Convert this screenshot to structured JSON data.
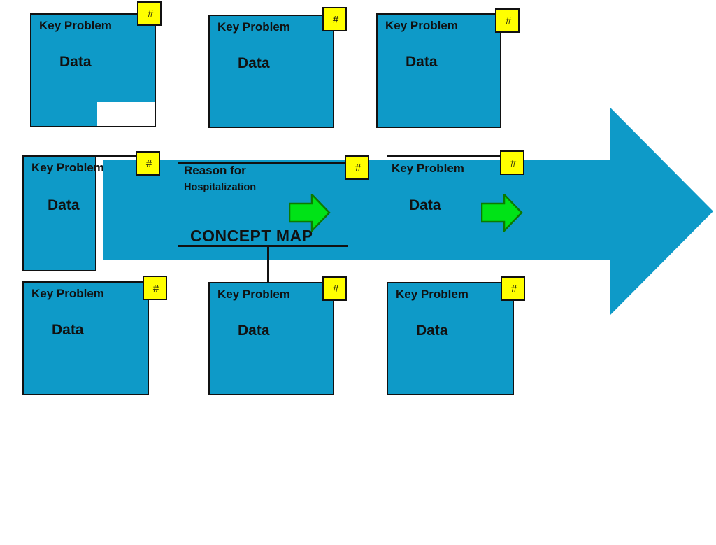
{
  "colors": {
    "blue": "#0e9ac8",
    "yellow": "#ffff00",
    "green": "#00e317",
    "green_outline": "#0c7a00",
    "line": "#111111"
  },
  "title": "CONCEPT MAP",
  "reason": {
    "line1": "Reason for",
    "line2": "Hospitalization",
    "badge": "#"
  },
  "key_problems": [
    {
      "position": "top-left",
      "label": "Key Problem",
      "value": "Data",
      "badge": "#"
    },
    {
      "position": "top-center",
      "label": "Key Problem",
      "value": "Data",
      "badge": "#"
    },
    {
      "position": "top-right",
      "label": "Key Problem",
      "value": "Data",
      "badge": "#"
    },
    {
      "position": "middle-left",
      "label": "Key Problem",
      "value": "Data",
      "badge": "#"
    },
    {
      "position": "middle-right",
      "label": "Key Problem",
      "value": "Data",
      "badge": "#"
    },
    {
      "position": "bottom-left",
      "label": "Key Problem",
      "value": "Data",
      "badge": "#"
    },
    {
      "position": "bottom-center",
      "label": "Key Problem",
      "value": "Data",
      "badge": "#"
    },
    {
      "position": "bottom-right",
      "label": "Key Problem",
      "value": "Data",
      "badge": "#"
    }
  ]
}
